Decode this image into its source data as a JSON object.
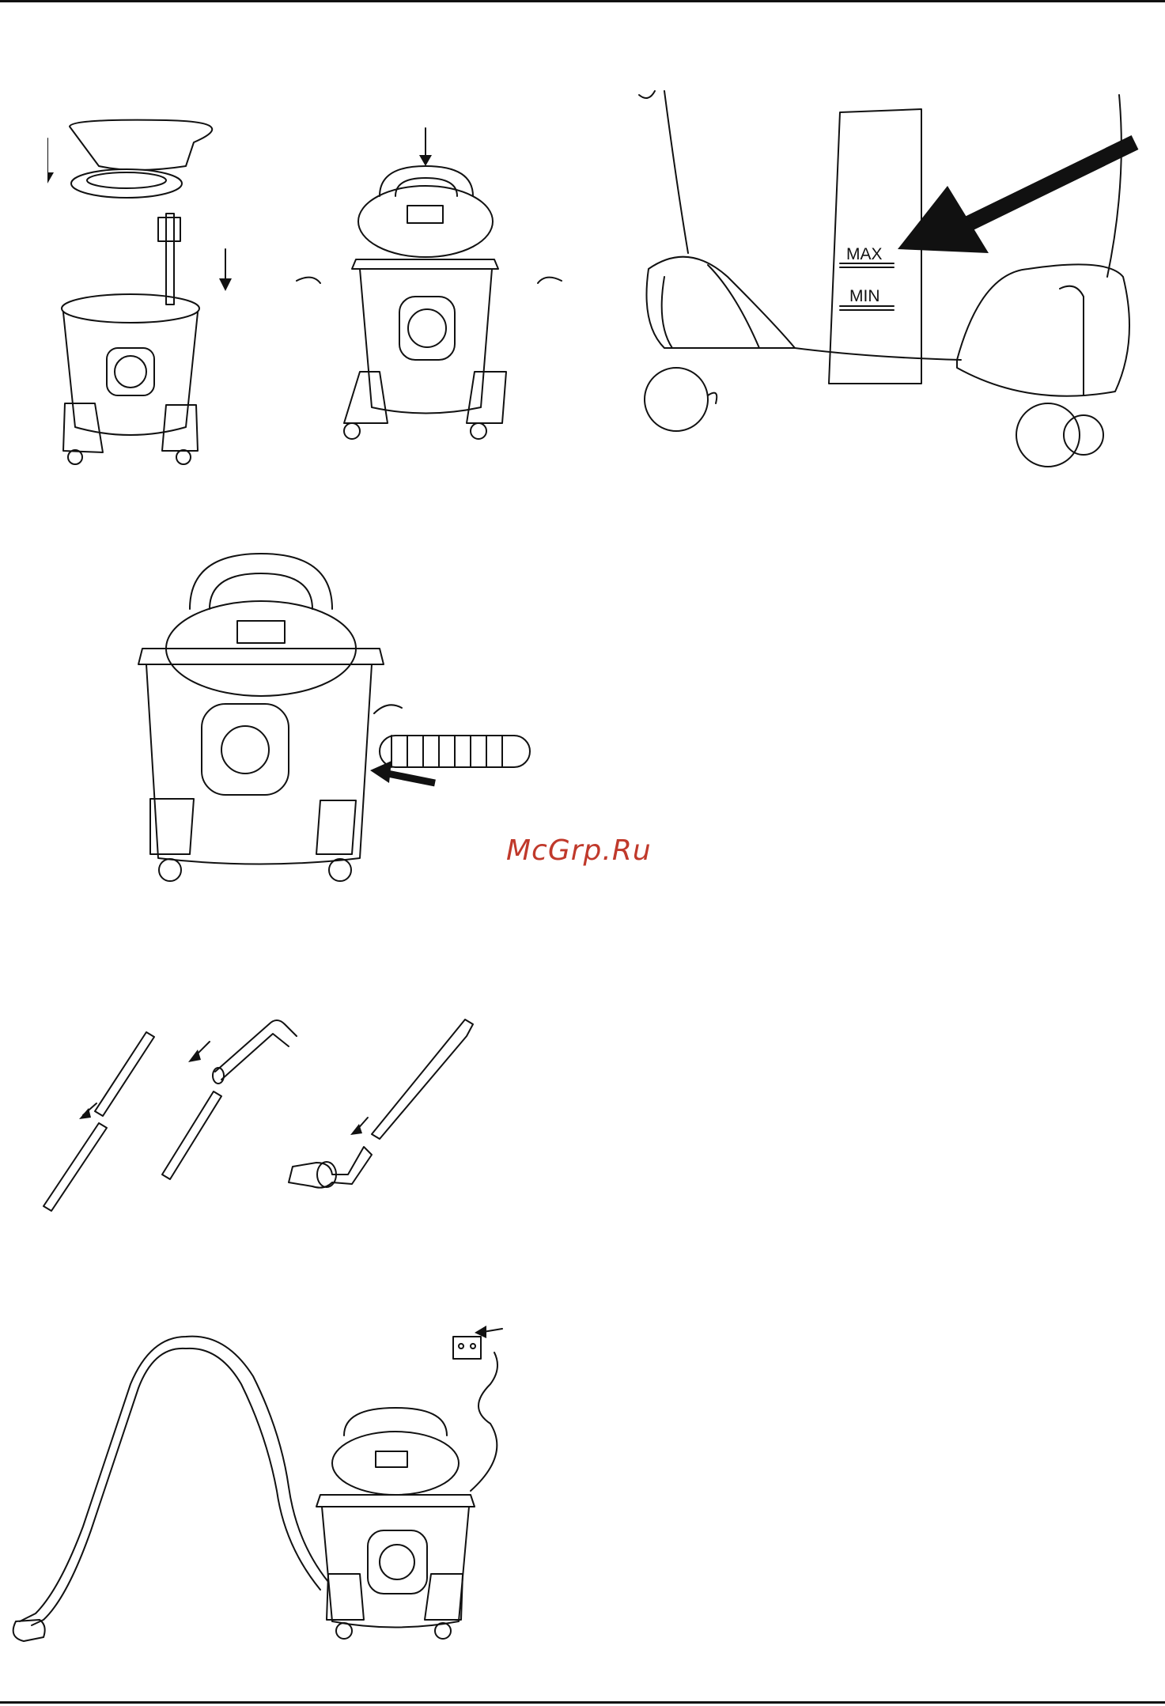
{
  "watermark": {
    "text": "McGrp.Ru",
    "color": "#c0392b"
  },
  "level_indicator": {
    "max_label": "MAX",
    "min_label": "MIN"
  },
  "figures": [
    {
      "name": "filter-assembly-illustration",
      "icon": "vacuum-filter-install"
    },
    {
      "name": "tank-level-illustration",
      "icon": "water-level-marks"
    },
    {
      "name": "hose-attach-illustration",
      "icon": "hose-connect"
    },
    {
      "name": "tube-assembly-illustration",
      "icon": "extension-tubes"
    },
    {
      "name": "ready-to-use-illustration",
      "icon": "vacuum-plugged-in"
    }
  ]
}
